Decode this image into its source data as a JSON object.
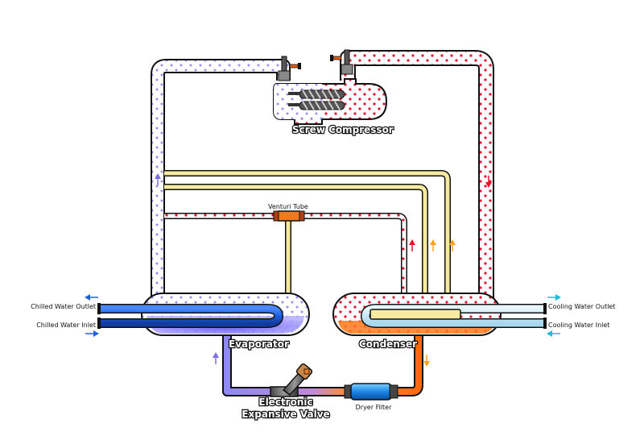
{
  "labels": {
    "compressor": "Screw Compressor",
    "venturi": "Venturi Tube",
    "chilled_out": "Chilled Water Outlet",
    "chilled_in": "Chilled Water Inlet",
    "cooling_out": "Cooling Water Outlet",
    "cooling_in": "Cooling Water Inlet",
    "evaporator": "Evaporator",
    "condenser": "Condenser",
    "valve_line1": "Electronic",
    "valve_line2": "Expansive Valve",
    "dryer": "Dryer Filter"
  },
  "colors": {
    "suction_vapor": "#9b8ff0",
    "discharge_dots": "#e8112d",
    "oil_line": "#f6e9a0",
    "liquid_line": "#ff7a1a",
    "chilled_water": "#1f5fe0",
    "cooling_water": "#bfe4f4",
    "arrow_blue": "#1f5fe0",
    "arrow_cyan": "#22b8d8",
    "arrow_orange": "#ffa020",
    "arrow_red": "#e8112d"
  }
}
